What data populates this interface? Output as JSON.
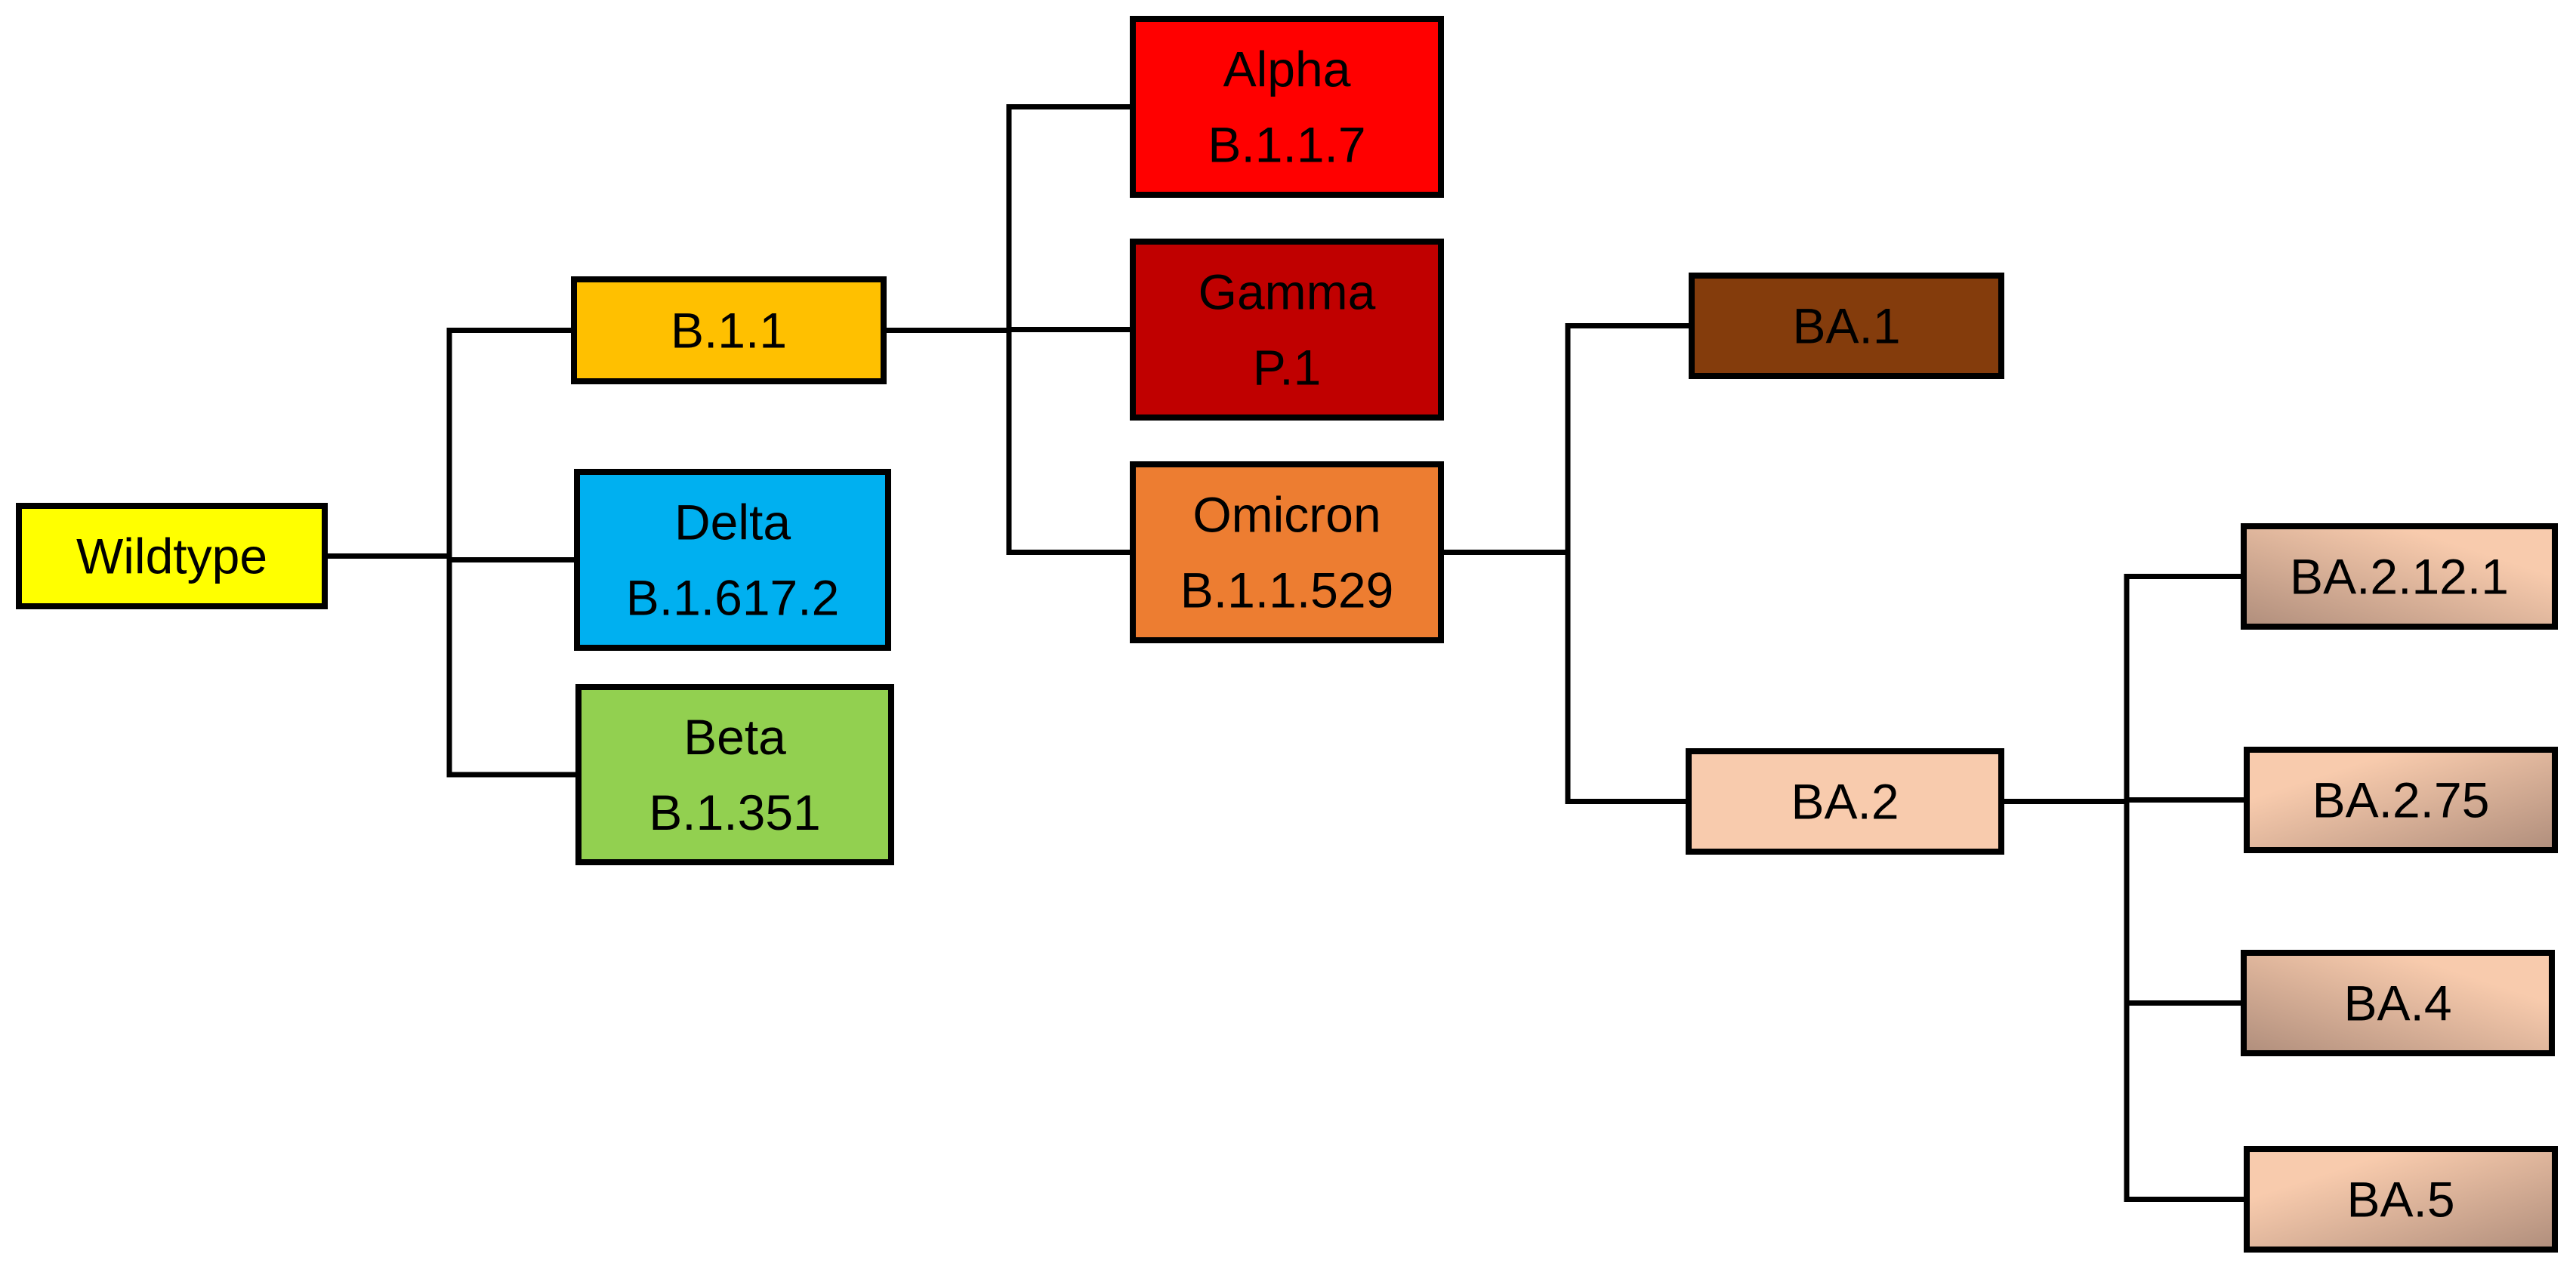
{
  "nodes": {
    "wildtype": {
      "lines": [
        "Wildtype"
      ],
      "color": "#FFFF00"
    },
    "b11": {
      "lines": [
        "B.1.1"
      ],
      "color": "#FFC000"
    },
    "delta": {
      "lines": [
        "Delta",
        "B.1.617.2"
      ],
      "color": "#00B0F0"
    },
    "beta": {
      "lines": [
        "Beta",
        "B.1.351"
      ],
      "color": "#92D050"
    },
    "alpha": {
      "lines": [
        "Alpha",
        "B.1.1.7"
      ],
      "color": "#FF0000"
    },
    "gamma": {
      "lines": [
        "Gamma",
        "P.1"
      ],
      "color": "#C00000"
    },
    "omicron": {
      "lines": [
        "Omicron",
        "B.1.1.529"
      ],
      "color": "#ED7D31"
    },
    "ba1": {
      "lines": [
        "BA.1"
      ],
      "color": "#843C0C"
    },
    "ba2": {
      "lines": [
        "BA.2"
      ],
      "color": "#F8CBAD"
    },
    "ba2121": {
      "lines": [
        "BA.2.12.1"
      ],
      "color": [
        "#B08E7C",
        "#F8CBAD"
      ]
    },
    "ba275": {
      "lines": [
        "BA.2.75"
      ],
      "color": [
        "#F8CBAD",
        "#B08E7C"
      ]
    },
    "ba4": {
      "lines": [
        "BA.4"
      ],
      "color": [
        "#B08E7C",
        "#F8CBAD"
      ]
    },
    "ba5": {
      "lines": [
        "BA.5"
      ],
      "color": [
        "#F8CBAD",
        "#B08E7C"
      ]
    }
  },
  "edges": [
    {
      "from": "wildtype",
      "to": "b11"
    },
    {
      "from": "wildtype",
      "to": "delta"
    },
    {
      "from": "wildtype",
      "to": "beta"
    },
    {
      "from": "b11",
      "to": "alpha"
    },
    {
      "from": "b11",
      "to": "gamma"
    },
    {
      "from": "b11",
      "to": "omicron"
    },
    {
      "from": "omicron",
      "to": "ba1"
    },
    {
      "from": "omicron",
      "to": "ba2"
    },
    {
      "from": "ba2",
      "to": "ba2121"
    },
    {
      "from": "ba2",
      "to": "ba275"
    },
    {
      "from": "ba2",
      "to": "ba4"
    },
    {
      "from": "ba2",
      "to": "ba5"
    }
  ]
}
